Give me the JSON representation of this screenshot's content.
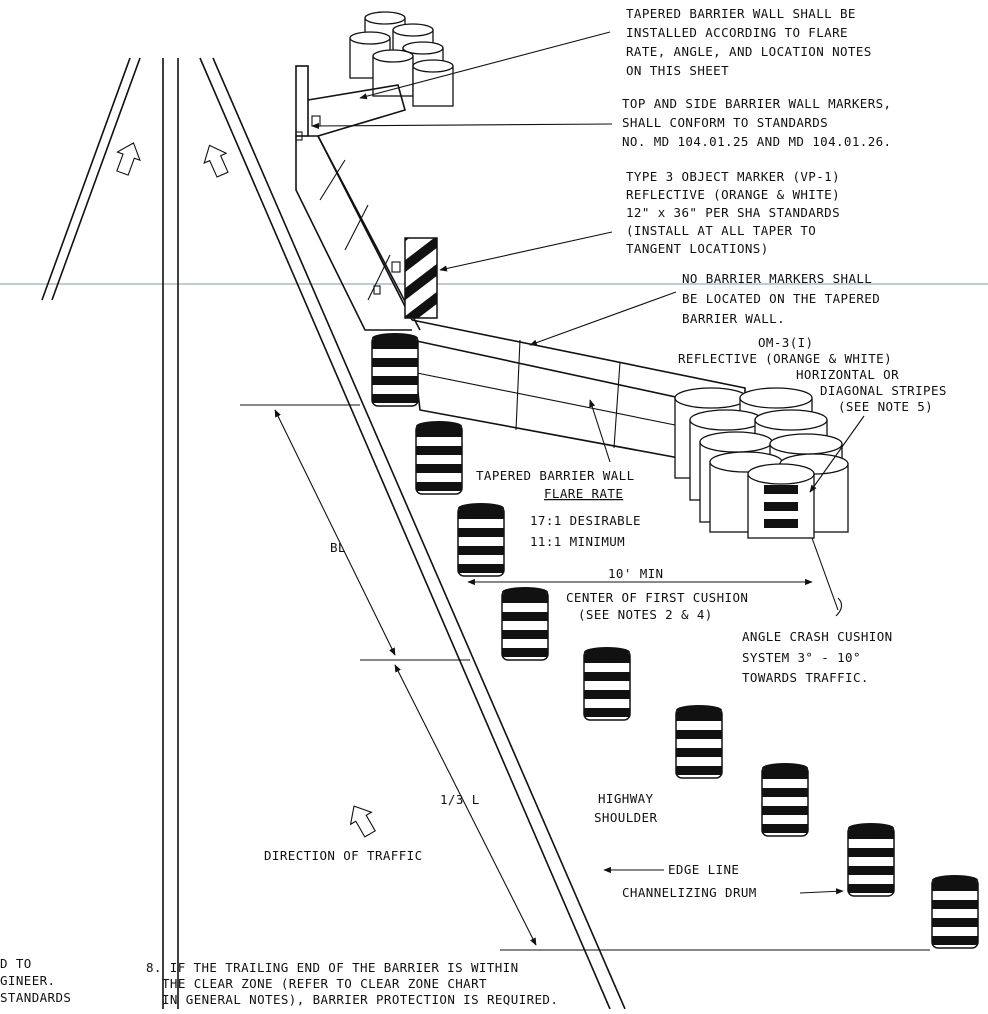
{
  "labels": {
    "tapered_wall_install": [
      "TAPERED BARRIER WALL SHALL BE",
      "INSTALLED ACCORDING TO FLARE",
      "RATE, ANGLE, AND LOCATION NOTES",
      "ON THIS SHEET"
    ],
    "markers_conform": [
      "TOP AND SIDE BARRIER WALL MARKERS,",
      "SHALL CONFORM TO STANDARDS",
      "NO. MD 104.01.25 AND MD 104.01.26."
    ],
    "object_marker": [
      "TYPE 3 OBJECT MARKER   (VP-1)",
      "REFLECTIVE (ORANGE & WHITE)",
      "12\" x 36\" PER SHA STANDARDS",
      "(INSTALL AT ALL TAPER TO",
      "TANGENT LOCATIONS)"
    ],
    "no_markers": [
      "NO BARRIER MARKERS SHALL",
      "BE LOCATED ON THE TAPERED",
      "BARRIER WALL."
    ],
    "om3": [
      "OM-3(I)",
      "REFLECTIVE (ORANGE & WHITE)",
      "HORIZONTAL OR",
      "DIAGONAL STRIPES",
      "(SEE NOTE 5)"
    ],
    "flare": [
      "TAPERED BARRIER WALL",
      "FLARE RATE",
      "17:1 DESIRABLE",
      "11:1 MINIMUM"
    ],
    "min_dist": "10' MIN",
    "center_cushion": [
      "CENTER OF FIRST CUSHION",
      "(SEE NOTES 2 & 4)"
    ],
    "angle_cushion": [
      "ANGLE CRASH CUSHION",
      "SYSTEM  3° - 10°",
      "TOWARDS TRAFFIC."
    ],
    "bl": "BL",
    "one_third_l": "1/3 L",
    "shoulder": [
      "HIGHWAY",
      "SHOULDER"
    ],
    "direction": "DIRECTION OF TRAFFIC",
    "edge_line": "EDGE LINE",
    "drum": "CHANNELIZING DRUM",
    "left_note": [
      "D TO",
      "GINEER.",
      "STANDARDS"
    ],
    "note8": [
      "8. IF THE TRAILING END OF THE BARRIER IS WITHIN",
      "THE CLEAR ZONE (REFER TO CLEAR ZONE CHART",
      "IN GENERAL NOTES), BARRIER PROTECTION IS REQUIRED."
    ]
  }
}
